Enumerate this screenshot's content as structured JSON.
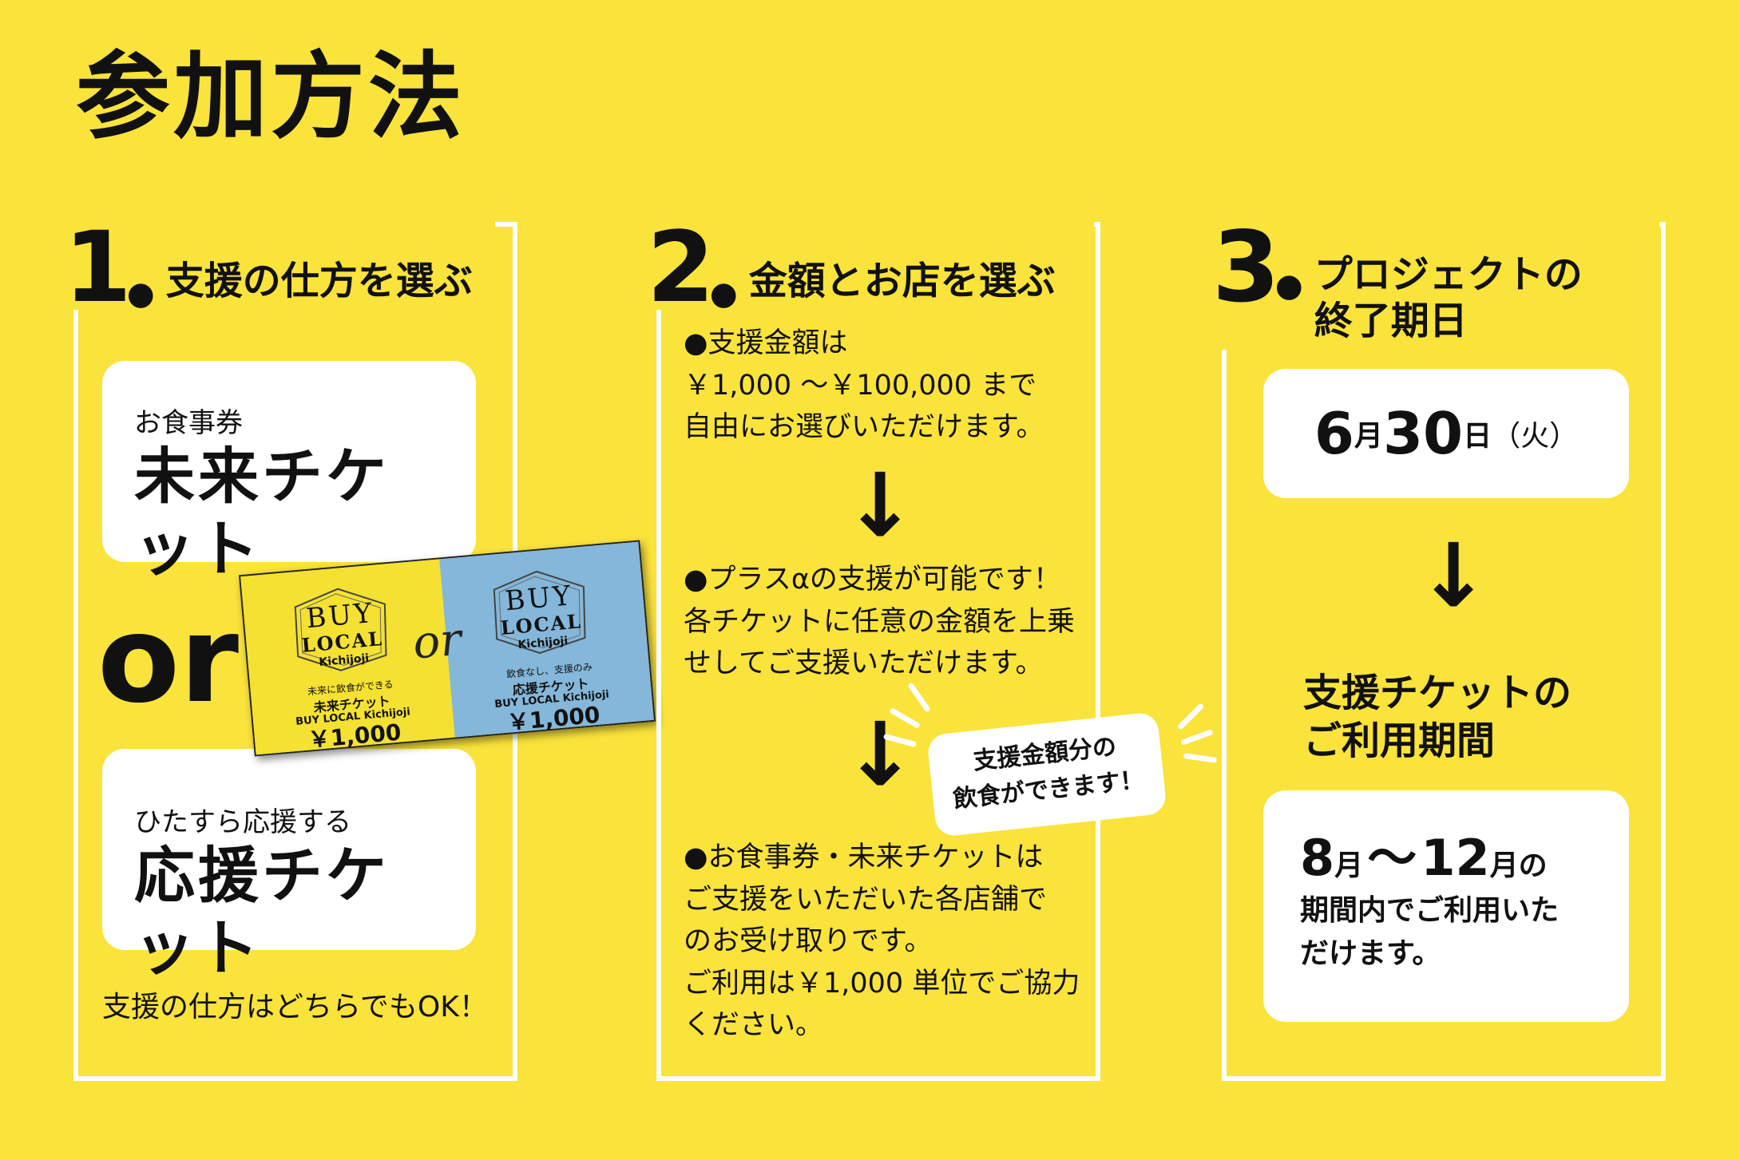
{
  "page": {
    "title": "参加方法"
  },
  "step1": {
    "number": "1",
    "dot": "●",
    "title": "支援の仕方を選ぶ",
    "card1": {
      "sub": "お食事券",
      "main": "未来チケット"
    },
    "or_text": "or",
    "card2": {
      "sub": "ひたすら応援する",
      "main": "応援チケット"
    },
    "note": "支援の仕方はどちらでもOK！"
  },
  "tickets": {
    "yellow": {
      "logo_buy": "BUY",
      "logo_local": "LOCAL",
      "logo_kichijoji": "Kichijoji",
      "small": "未来に飲食ができる",
      "name": "未来チケット",
      "brand": "BUY LOCAL Kichijoji",
      "price": "￥1,000"
    },
    "or_text": "or",
    "blue": {
      "logo_buy": "BUY",
      "logo_local": "LOCAL",
      "logo_kichijoji": "Kichijoji",
      "small": "飲食なし、支援のみ",
      "name": "応援チケット",
      "brand": "BUY LOCAL Kichijoji",
      "price": "￥1,000"
    }
  },
  "step2": {
    "number": "2",
    "dot": "●",
    "title": "金額とお店を選ぶ",
    "para1": [
      "●支援金額は",
      "￥1,000 〜￥100,000 まで",
      "自由にお選びいただけます。"
    ],
    "arrow": "↓",
    "para2": [
      "●プラスαの支援が可能です！",
      "各チケットに任意の金額を上乗",
      "せしてご支援いただけます。"
    ],
    "bubble": [
      "支援金額分の",
      "飲食ができます！"
    ],
    "para3": [
      "●お食事券・未来チケットは",
      "ご支援をいただいた各店舗で",
      "のお受け取りです。",
      "ご利用は￥1,000 単位でご協力",
      "ください。"
    ]
  },
  "step3": {
    "number": "3",
    "dot": "●",
    "title": [
      "プロジェクトの",
      "終了期日"
    ],
    "end_date": {
      "month": "6",
      "month_unit": "月",
      "day": "30",
      "day_unit": "日",
      "weekday": "（火）"
    },
    "arrow": "↓",
    "usage_title": [
      "支援チケットの",
      "ご利用期間"
    ],
    "period": {
      "from": "8",
      "from_unit": "月",
      "tilde": "〜",
      "to": "12",
      "to_unit": "月の",
      "lines": [
        "期間内でご利用いた",
        "だけます。"
      ]
    }
  }
}
